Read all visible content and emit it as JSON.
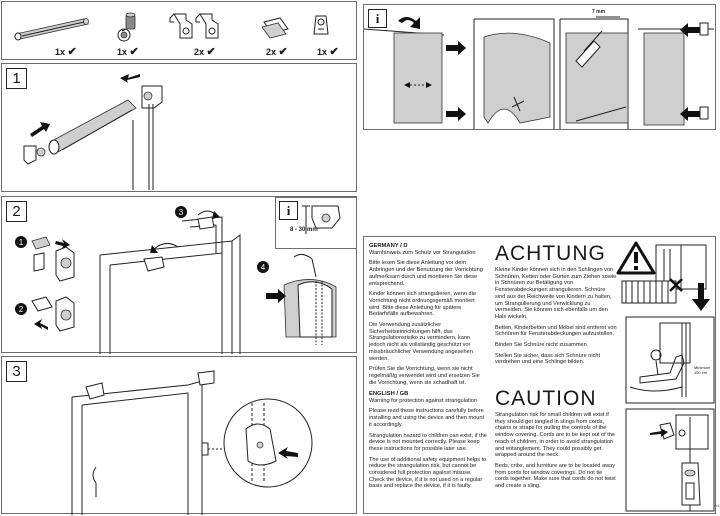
{
  "parts": [
    {
      "icon": "roller-tube-icon",
      "qty": "1x"
    },
    {
      "icon": "end-cap-icon",
      "qty": "1x"
    },
    {
      "icon": "bracket-pair-icon",
      "qty": "2x"
    },
    {
      "icon": "adhesive-pad-icon",
      "qty": "2x"
    },
    {
      "icon": "chain-safety-clip-icon",
      "qty": "1x"
    }
  ],
  "check_mark": "✔",
  "steps": {
    "step1": "1",
    "step2": "2",
    "step3": "3",
    "sub1": "1",
    "sub2": "2",
    "sub3": "3",
    "sub4": "4"
  },
  "info_symbol": "i",
  "cut_width_label": "7 mm",
  "step2_distance": "8 - 30 mm",
  "minimum_distance": [
    "Minimum",
    "150 cm"
  ],
  "german": {
    "heading": "GERMANY / D",
    "subheading": "Warnhinweis zum Schutz vor Strangulation",
    "title": "ACHTUNG",
    "col1": [
      "Bitte lesen Sie diese Anleitung vor dem Anbringen und der Benutzung der Vorrichtung aufmerksam durch und montieren Sie diese entsprechend.",
      "Kinder können sich strangulieren, wenn die Vorrichtung nicht ordnungsgemäß montiert wird. Bitte diese Anleitung für spätere Bedarfsfälle aufbewahren.",
      "Die Verwendung zusätzlicher Sicherheitseinrichtungen hilft, das Strangulationsrisiko zu vermindern, kann jedoch nicht als vollständig geschützt vor missbräuchlicher Verwendung angesehen werden.",
      "Prüfen Sie die Vorrichtung, wenn sie nicht regelmäßig verwendet wird und ersetzen Sie die Vorrichtung, wenn sie schadhaft ist."
    ],
    "col2": [
      "Kleine Kinder können sich in den Schlingen von Schnüren, Ketten oder Gurten zum Ziehen sowie in Schnüren zur Betätigung von Fensterabdeckungen strangulieren. Schnüre sind aus der Reichweite von Kindern zu halten, um Strangulierung und Verwicklung zu vermeiden. Sie können sich ebenfalls um den Hals wickeln.",
      "Betten, Kinderbetten und Möbel sind entfernt von Schnüren für Fensterabdeckungen aufzustellen.",
      "Binden Sie Schnüre nicht zusammen.",
      "Stellen Sie sicher, dass sich Schnüre nicht verdrehen und eine Schlinge bilden."
    ]
  },
  "english": {
    "heading": "ENGLISH / GB",
    "subheading": "Warning for protection against strangulation",
    "title": "CAUTION",
    "col1": [
      "Please read these instructions carefully before installing and using the device and then mount it accordingly.",
      "Strangulation hazard to children can exist, if the device is not mounted correctly. Please keep these instructions for possible later use.",
      "The use of additional safety equipment helps to reduce the strangulation risk, but cannot be considered full protection against misuse. Check the device, if it is not used on a regular basis and replace the device, if it is faulty."
    ],
    "col2": [
      "Strangulation risk for small children will exist if they should get tangled in slings from cords, chains or straps for pulling the controls of the window covering. Cords are to be kept out of the reach of children, in order to avoid strangulation and entanglement. They could possibly get wrapped around the neck.",
      "Beds, cribs, and furniture are to be located away from cords for window coverings. Do not tie cords together. Make sure that cords do not twist and create a sling."
    ]
  },
  "page_mark": "4/4"
}
